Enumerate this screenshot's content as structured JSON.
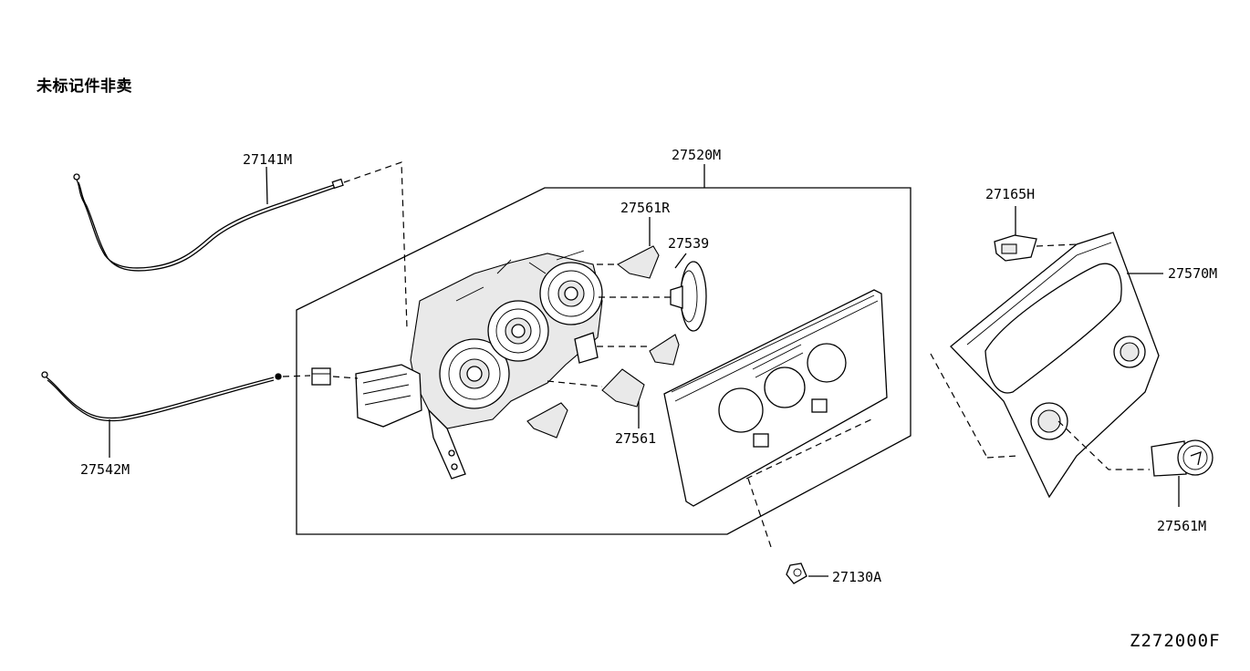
{
  "note": "未标记件非卖",
  "diagram_code": "Z272000F",
  "callouts": {
    "c27141M": "27141M",
    "c27520M": "27520M",
    "c27561R": "27561R",
    "c27539": "27539",
    "c27561": "27561",
    "c27542M": "27542M",
    "c27130A": "27130A",
    "c27165H": "27165H",
    "c27570M": "27570M",
    "c27561M": "27561M"
  }
}
